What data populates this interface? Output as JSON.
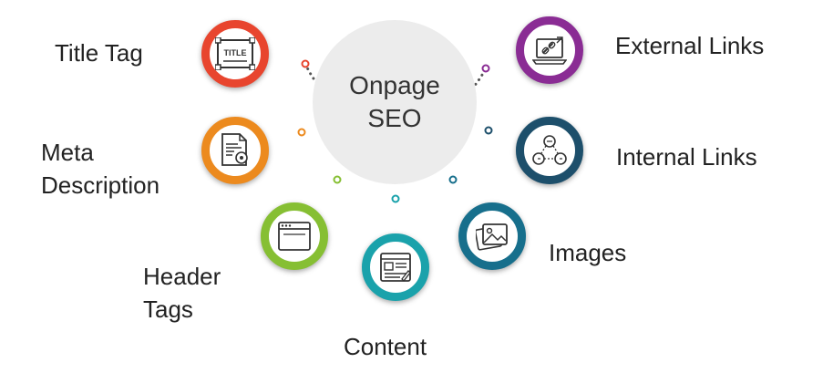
{
  "center": {
    "title": "Onpage\nSEO"
  },
  "items": [
    {
      "key": "title-tag",
      "label": "Title Tag",
      "color": "#e8452e",
      "icon": "title-icon",
      "icon_text": "TITLE"
    },
    {
      "key": "meta-description",
      "label": "Meta\nDescription",
      "color": "#ec8a1e",
      "icon": "document-gear-icon"
    },
    {
      "key": "header-tags",
      "label": "Header\nTags",
      "color": "#86bf33",
      "icon": "browser-window-icon"
    },
    {
      "key": "content",
      "label": "Content",
      "color": "#1aa2ab",
      "icon": "content-editor-icon"
    },
    {
      "key": "images",
      "label": "Images",
      "color": "#176f8c",
      "icon": "images-icon"
    },
    {
      "key": "internal-links",
      "label": "Internal Links",
      "color": "#1d4f6b",
      "icon": "internal-links-icon"
    },
    {
      "key": "external-links",
      "label": "External Links",
      "color": "#8a2c94",
      "icon": "external-link-icon"
    }
  ]
}
